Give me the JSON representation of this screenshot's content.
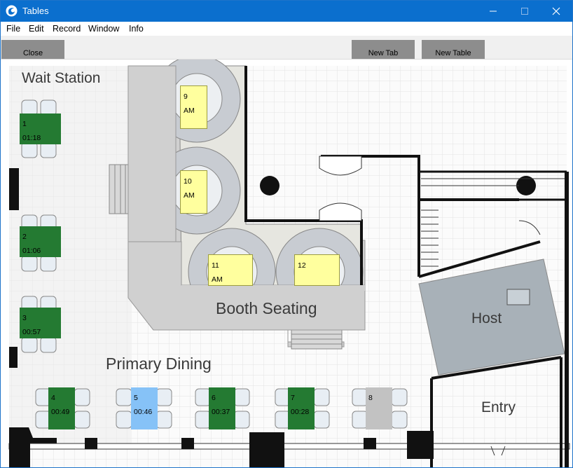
{
  "window": {
    "title": "Tables"
  },
  "menu": [
    {
      "label": "File"
    },
    {
      "label": "Edit"
    },
    {
      "label": "Record"
    },
    {
      "label": "Window"
    },
    {
      "label": "Info"
    }
  ],
  "toolbar": {
    "close_label": "Close",
    "new_tab_label": "New Tab",
    "new_table_label": "New Table"
  },
  "areas": {
    "wait_station": "Wait Station",
    "booth_seating": "Booth Seating",
    "primary_dining": "Primary Dining",
    "host": "Host",
    "entry": "Entry"
  },
  "tables": [
    {
      "number": "1",
      "time": "01:18",
      "status": "green"
    },
    {
      "number": "2",
      "time": "01:06",
      "status": "green"
    },
    {
      "number": "3",
      "time": "00:57",
      "status": "green"
    },
    {
      "number": "4",
      "time": "00:49",
      "status": "green"
    },
    {
      "number": "5",
      "time": "00:46",
      "status": "blue"
    },
    {
      "number": "6",
      "time": "00:37",
      "status": "green"
    },
    {
      "number": "7",
      "time": "00:28",
      "status": "green"
    },
    {
      "number": "8",
      "time": "",
      "status": "grey"
    },
    {
      "number": "9",
      "time": "AM",
      "status": "yellow"
    },
    {
      "number": "10",
      "time": "AM",
      "status": "yellow"
    },
    {
      "number": "11",
      "time": "AM",
      "status": "yellow"
    },
    {
      "number": "12",
      "time": "",
      "status": "yellow"
    }
  ],
  "colors": {
    "titlebar": "#0b6fce",
    "occupied": "#247a32",
    "seated": "#86c2f7",
    "available": "#c2c2c2",
    "reserved": "#ffff9e"
  }
}
